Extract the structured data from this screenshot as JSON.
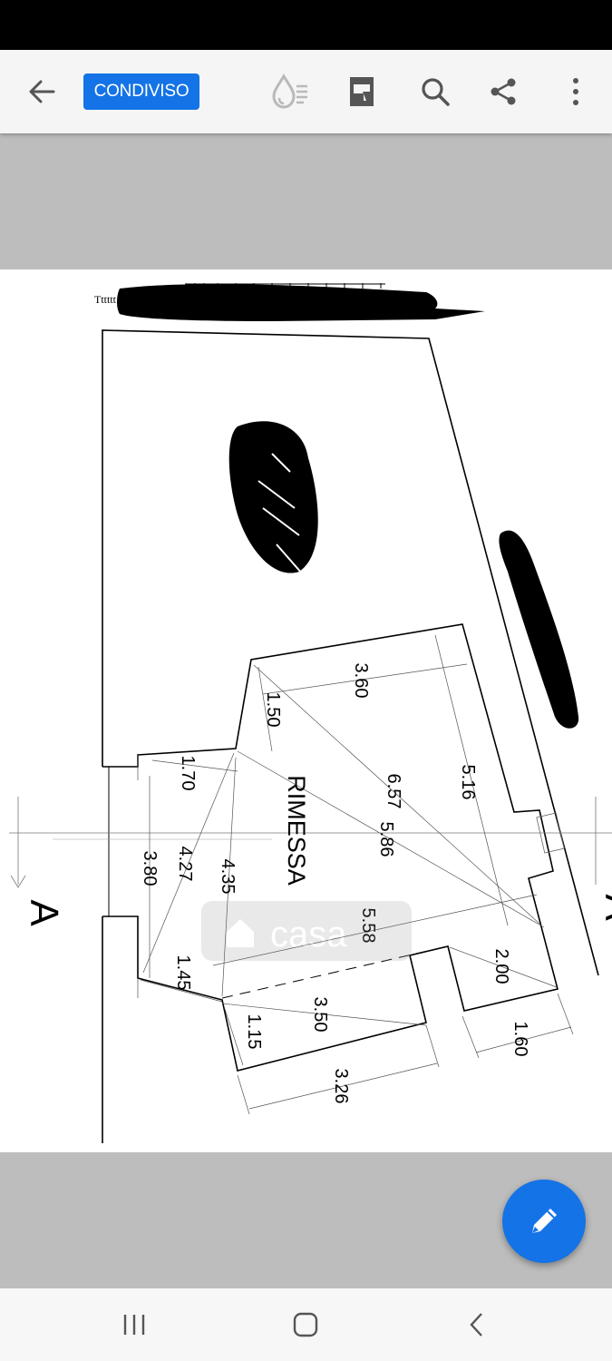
{
  "toolbar": {
    "shared_badge": "CONDIVISO",
    "icons": [
      "back-arrow-icon",
      "reading-mode-icon",
      "bookmark-panel-icon",
      "search-icon",
      "share-icon",
      "more-vertical-icon"
    ]
  },
  "document": {
    "header_text": "Tttttt",
    "room_label": "RIMESSA",
    "section_label": "A",
    "watermark": "casa",
    "dimensions": [
      "3.60",
      "1.50",
      "1.70",
      "5.16",
      "6.57",
      "5.86",
      "3.80",
      "4.27",
      "4.35",
      "5.58",
      "2.00",
      "1.45",
      "3.50",
      "1.15",
      "1.60",
      "3.26"
    ]
  },
  "fab": {
    "icon": "pencil-icon"
  },
  "navbar": {
    "icons": [
      "recent-apps-icon",
      "home-icon",
      "back-icon"
    ]
  }
}
